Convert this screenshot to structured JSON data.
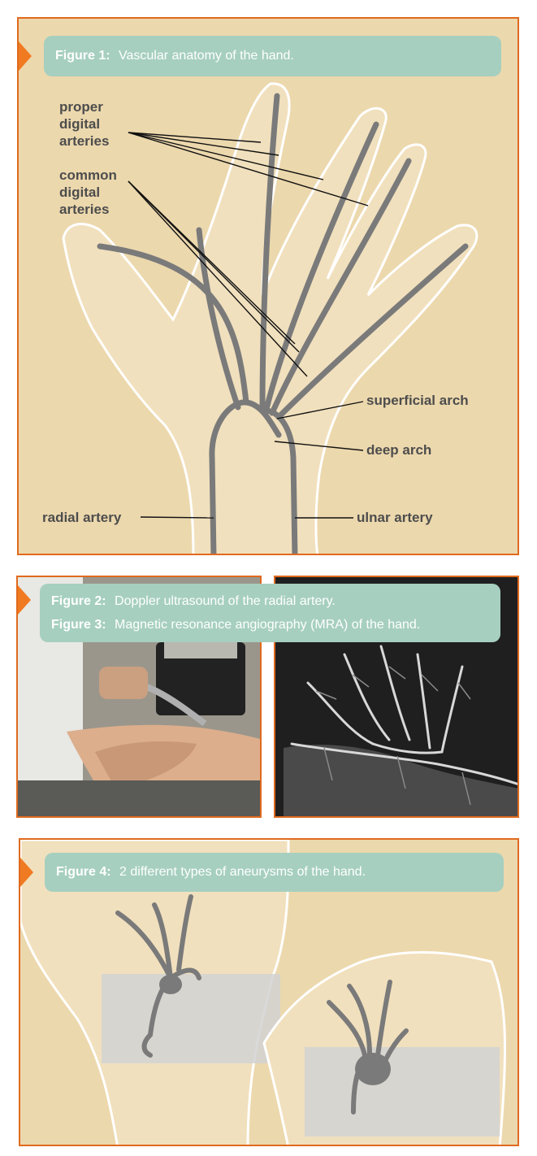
{
  "figure1": {
    "number": "Figure 1:",
    "caption": "Vascular anatomy of the hand.",
    "labels": {
      "proper_digital": "proper\ndigital\narteries",
      "common_digital": "common\ndigital\narteries",
      "superficial_arch": "superficial arch",
      "deep_arch": "deep arch",
      "radial_artery": "radial artery",
      "ulnar_artery": "ulnar artery"
    }
  },
  "figure2": {
    "number": "Figure 2:",
    "caption": "Doppler ultrasound of the radial artery."
  },
  "figure3": {
    "number": "Figure 3:",
    "caption": "Magnetic resonance angiography (MRA) of the hand."
  },
  "figure4": {
    "number": "Figure 4:",
    "caption": "2 different types of aneurysms of the hand."
  },
  "colors": {
    "accent": "#e06a1e",
    "caption_bg": "#a6cfc0",
    "panel_bg": "#ecd8ad",
    "artery": "#7a7a7a",
    "label": "#4d4d4d"
  }
}
